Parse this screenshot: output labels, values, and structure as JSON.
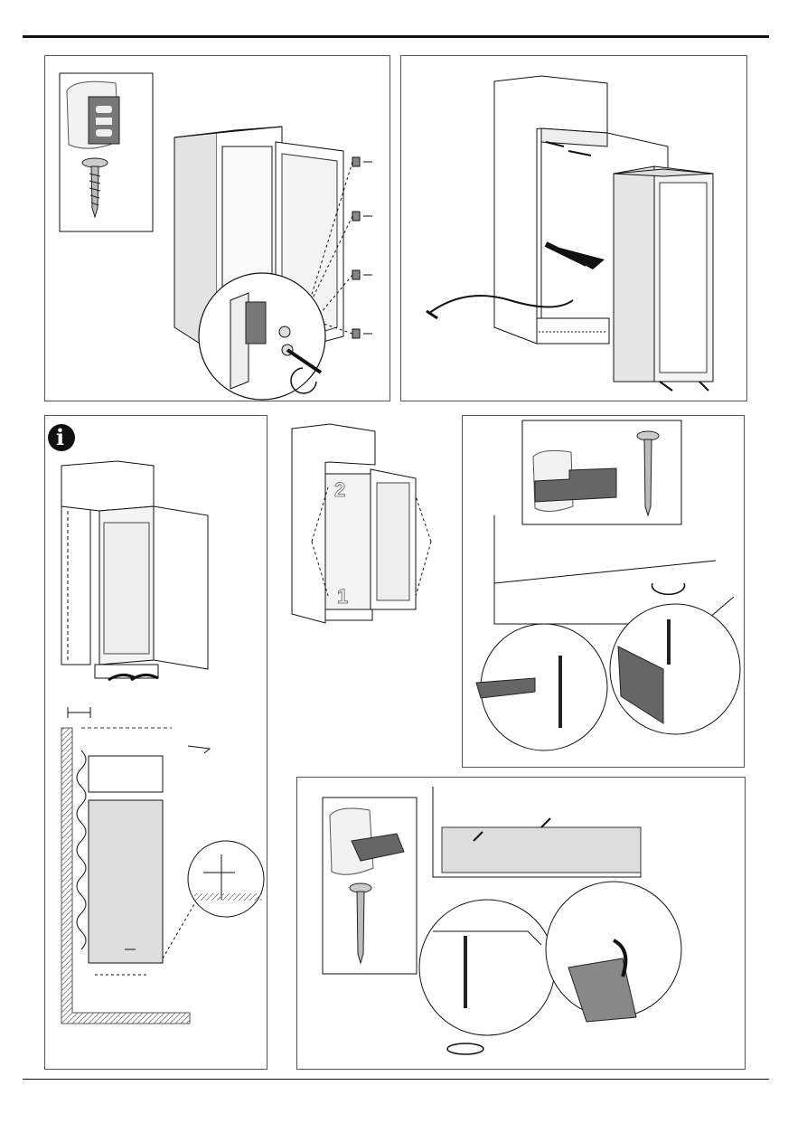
{
  "page": {
    "title": "",
    "step_labels": {
      "lower": "1",
      "upper": "2"
    },
    "info_symbol": "i"
  },
  "icons": [
    "info-icon",
    "screw-icon",
    "bracket-icon",
    "screwdriver-icon",
    "rotation-arrow-icon",
    "push-arrow-icon"
  ],
  "colors": {
    "line": "#111111",
    "panel_border": "#555555",
    "shade": "#9a9a9a",
    "dark_part": "#666666"
  }
}
